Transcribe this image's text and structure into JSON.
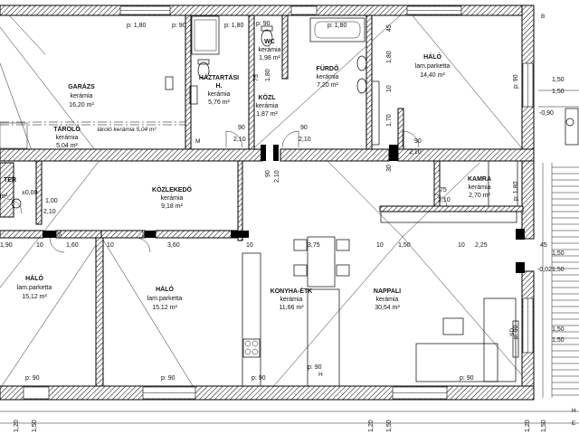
{
  "rooms": [
    {
      "id": "garazs",
      "name": "GARÁZS",
      "material": "kerámia",
      "area": "16,20 m²"
    },
    {
      "id": "tarolo",
      "name": "TÁROLÓ",
      "material": "kerámia",
      "area": "5,04 m²",
      "note": "tároló kerámia 5,04 m²"
    },
    {
      "id": "haztartasi",
      "name": "HÁZTARTÁSI",
      "name2": "H.",
      "material": "kerámia",
      "area": "5,76 m²"
    },
    {
      "id": "wc",
      "name": "WC",
      "material": "kerámia",
      "area": "1,98 m²"
    },
    {
      "id": "kozl",
      "name": "KÖZL",
      "material": "kerámia",
      "area": "1,87 m²"
    },
    {
      "id": "furdo",
      "name": "FÜRDŐ",
      "material": "kerámia",
      "area": "7,20 m²"
    },
    {
      "id": "halo1",
      "name": "HÁLÓ",
      "material": "lam.parketta",
      "area": "14,40 m²"
    },
    {
      "id": "ter",
      "name": "TÉR",
      "area": "m²"
    },
    {
      "id": "kozlekedo",
      "name": "KÖZLEKEDŐ",
      "material": "kerámia",
      "area": "9,18 m²"
    },
    {
      "id": "kamra",
      "name": "KAMRA",
      "material": "kerámia",
      "area": "2,70 m²"
    },
    {
      "id": "halo2",
      "name": "HÁLÓ",
      "material": "lam.parketta",
      "area": "15,12 m²"
    },
    {
      "id": "halo3",
      "name": "HÁLÓ",
      "material": "lam.parketta",
      "area": "15,12 m²"
    },
    {
      "id": "konyha",
      "name": "KONYHA-ÉTK",
      "material": "kerámia",
      "area": "11,66 m²"
    },
    {
      "id": "nappali",
      "name": "NAPPALI",
      "material": "kerámia",
      "area": "30,54 m²"
    }
  ],
  "dimensions": {
    "p180_a": "p: 1,80",
    "p90_a": "p: 90",
    "p180_b": "p: 1,80",
    "p180_c": "p: 1,80",
    "p90_b": "p: 90",
    "p90_c": "p: 90",
    "p90_d": "p: 90",
    "p90_e": "p: 90",
    "p90_f": "p: 90",
    "p90_g": "p: 90",
    "p90_h": "p: 90",
    "p180_d": "p: 1,80",
    "p90_i": "p: 90",
    "d45_a": "45",
    "d180_a": "1,80",
    "d180_b": "1,80",
    "d10_a": "10",
    "d170": "1,70",
    "d90_a": "90",
    "d210_a": "2,10",
    "d90_b": "90",
    "d210_b": "2,10",
    "d90_c": "90",
    "d210_c": "2,10",
    "d75": "75",
    "d210_d": "2,10",
    "d90_d": "90",
    "d210_e": "2,10",
    "d90_e": "90",
    "d210_f": "2,10",
    "d30": "30",
    "d75b": "75",
    "d210_g": "2,10",
    "d100": "1,00",
    "d210_h": "2,10",
    "level_a": "±0,00",
    "d190": "1,90",
    "d10_b": "10",
    "d90_f": "90",
    "d160": "1,60",
    "d10_c": "10",
    "d90_g": "90",
    "d360": "3,60",
    "d10_d": "10",
    "d375": "3,75",
    "d10_e": "10",
    "d150": "1,50",
    "d10_f": "10",
    "d225": "2,25",
    "d45_b": "45",
    "level_b": "-0,02",
    "level_c": "-0,90",
    "d150_b": "1,50",
    "d150_c": "1,50",
    "d120_a": "1,20",
    "d150_d": "1,50",
    "d120_b": "1,20",
    "d150_e": "1,50",
    "d120_c": "1,20",
    "d150_f": "1,50",
    "d150_g": "1,50",
    "d150_h": "1,50",
    "d150_i": "1,50",
    "d150_j": "1,50"
  },
  "symbols": {
    "m": "M",
    "h": "H",
    "h2": "H",
    "sd": "SD",
    "e": "E",
    "b": "B"
  }
}
